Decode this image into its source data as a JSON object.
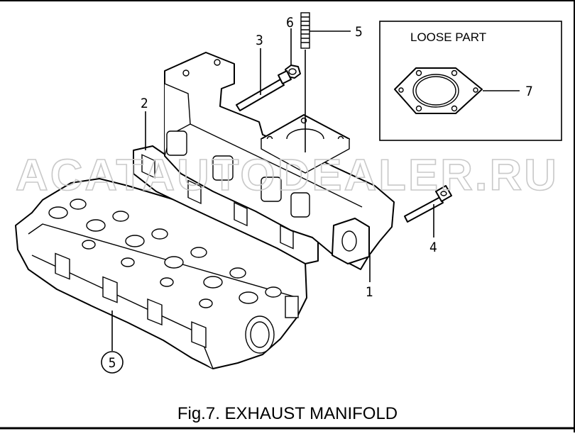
{
  "figure": {
    "caption": "Fig.7.  EXHAUST MANIFOLD",
    "watermark": "ACATAUTODEALER.RU"
  },
  "inset": {
    "title": "LOOSE PART",
    "callout": "7"
  },
  "callouts": [
    {
      "id": "callout-6",
      "label": "6"
    },
    {
      "id": "callout-5-top",
      "label": "5"
    },
    {
      "id": "callout-3",
      "label": "3"
    },
    {
      "id": "callout-2",
      "label": "2"
    },
    {
      "id": "callout-4",
      "label": "4"
    },
    {
      "id": "callout-1",
      "label": "1"
    },
    {
      "id": "callout-5-circled",
      "label": "5"
    }
  ],
  "colors": {
    "ink": "#000000",
    "watermark": "#c9c9c9",
    "background": "#ffffff"
  }
}
